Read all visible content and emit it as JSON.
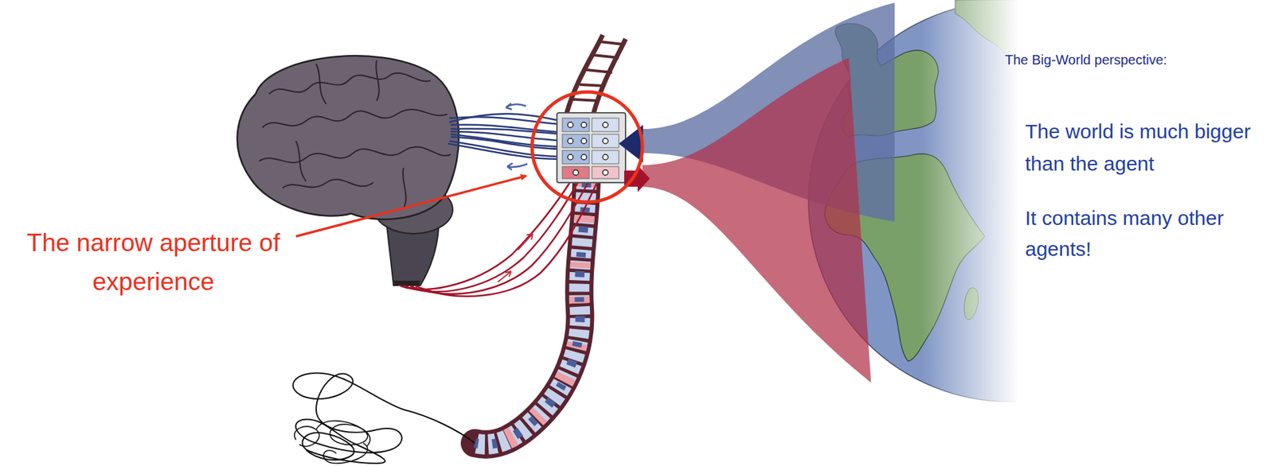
{
  "diagram": {
    "labels": [
      "The narrow aperture of experience",
      "The Big-World perspective:",
      "The world is much bigger than the agent",
      "It contains many other agents!"
    ]
  }
}
